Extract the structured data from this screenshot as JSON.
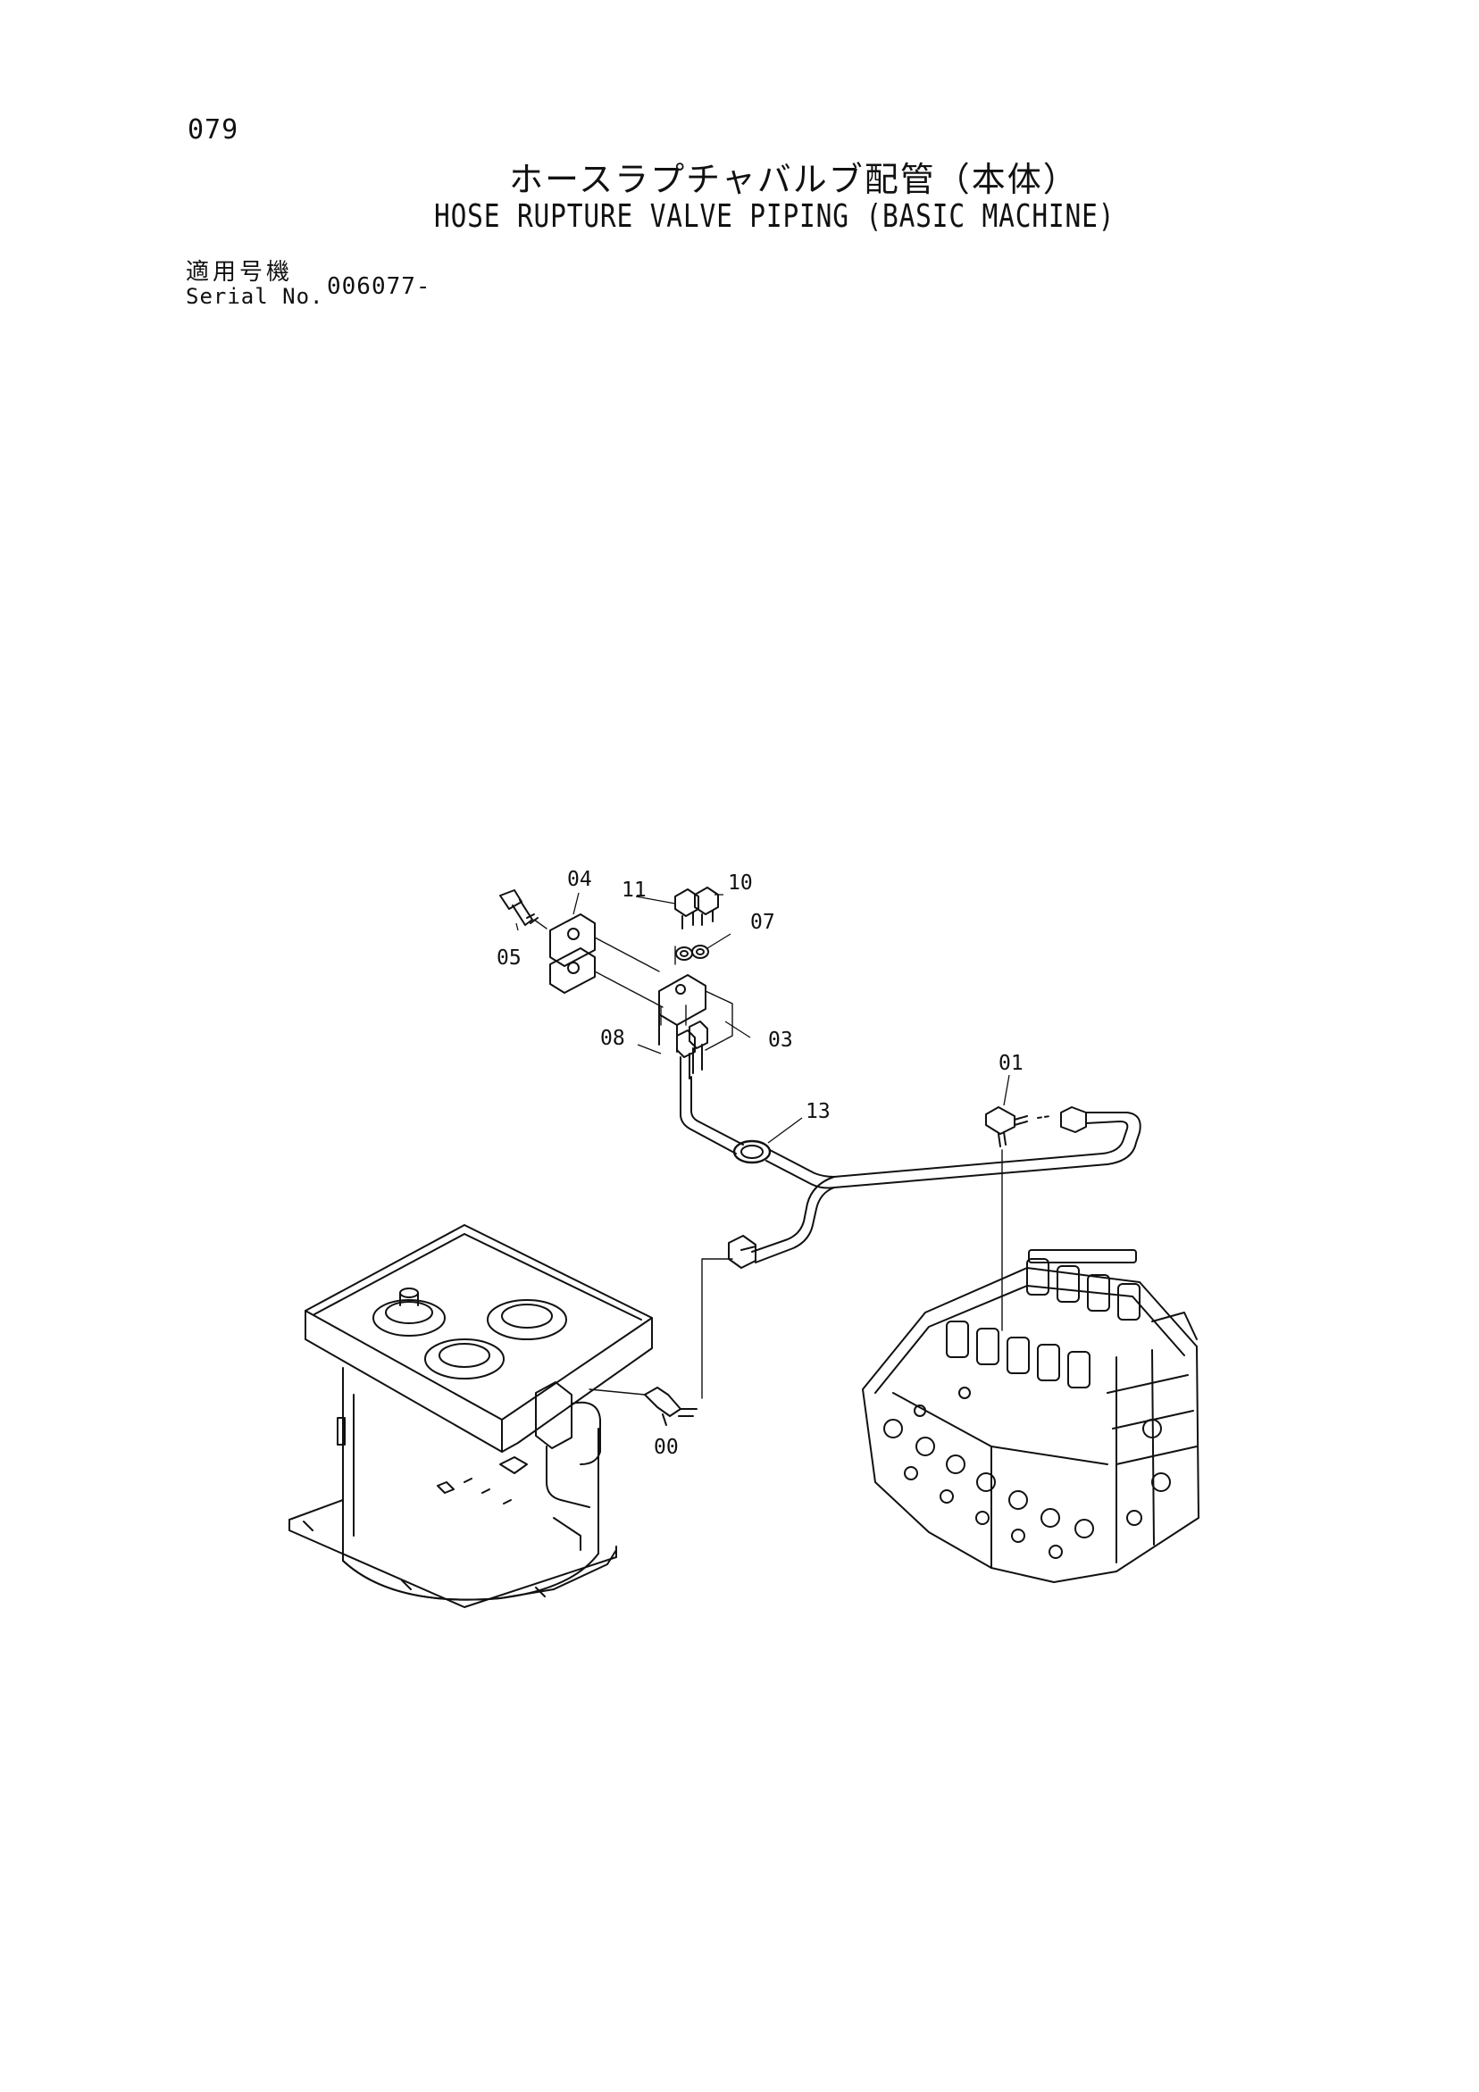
{
  "page_number": "079",
  "title_jp": "ホースラプチャバルブ配管（本体）",
  "title_en": "HOSE RUPTURE VALVE PIPING (BASIC MACHINE)",
  "serial": {
    "label_jp": "適用号機",
    "label_en": "Serial No.",
    "value": "006077-"
  },
  "parts": [
    "00",
    "01",
    "03",
    "04",
    "05",
    "07",
    "08",
    "10",
    "11",
    "13"
  ]
}
